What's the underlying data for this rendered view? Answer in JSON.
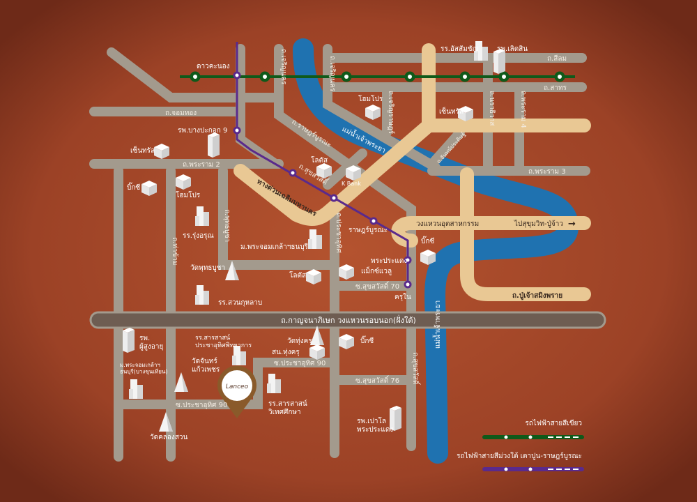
{
  "colors": {
    "background": "#a8492b",
    "road": "#a39a8d",
    "expressway": "#e9c894",
    "river": "#1f72b0",
    "green_line": "#0f5a1a",
    "purple_line": "#5a2a8c",
    "ring_road": "#6e5d52"
  },
  "roads": {
    "jomthong": "ถ.จอมทอง",
    "rama2": "ถ.พระราม 2",
    "charoennakhon": "ถ.เจริญนคร",
    "charoennakhon2": "ถ.เจริญนคร",
    "charoenrat": "ถ.เจริญราษฎร์",
    "ratburana": "ถ.ราษฎร์บูรณะ",
    "suksawat": "ถ.สุขสวัสดิ์",
    "silom": "ถ.สีลม",
    "sathorn": "ถ.สาทร",
    "narathiwat": "ถ.นราธิวาส",
    "rama4": "ถ.พระราม 4",
    "rama3": "ถ.พระราม 3",
    "chanpradit": "ถ.จันทน์ประดิษฐ์",
    "expressway": "ทางด่วนเฉลิมมหานคร",
    "industrial_ring": "วงแหวนอุตสาหกรรม",
    "to_sukhumvit": "ไปสุขุมวิท-ปู่จ้าว",
    "pu_chao": "ถ.ปู่เจ้าสมิงพราย",
    "puttabucha": "ถ.พุทธบูชา",
    "thakham": "ถ.ท่าข้าม",
    "pracha_uthit": "ถ.ประชาอุทิศ",
    "soi_suksawat70": "ซ.สุขสวัสดิ์ 70",
    "kanchanaphisek": "ถ.กาญจนาภิเษก วงแหวนรอบนอก(ฝั่งใต้)",
    "soi_pracha90a": "ซ.ประชาอุทิศ 90",
    "soi_pracha90b": "ซ.ประชาอุทิศ 90",
    "soi_suksawat76": "ซ.สุขสวัสดิ์ 76",
    "suksawat_v": "ถ.สุขสวัสดิ์",
    "river": "แม่น้ำเจ้าพระยา",
    "river2": "แม่น้ำเจ้าพระยา"
  },
  "stations": {
    "dao_khanong": "ดาวคะนอง",
    "ratburana": "ราษฎร์บูรณะ",
    "phra_pradaeng": "พระประแดง",
    "kru_nai": "ครุใน"
  },
  "places": {
    "assumption": "รร.อัสสัมชัญ",
    "lerdsin": "รพ.เลิดสิน",
    "homepro1": "โฮมโปร",
    "central1": "เซ็นทรัล",
    "bangpakok9": "รพ.บางปะกอก 9",
    "central2": "เซ็นทรัล",
    "lotus1": "โลตัส",
    "kbank": "K Bank",
    "bigc1": "บิ๊กซี",
    "homepro2": "โฮมโปร",
    "rungarun": "รร.รุ่งอรุณ",
    "kmutt": "ม.พระจอมเกล้าฯธนบุรี",
    "bigc2": "บิ๊กซี",
    "wat_puttabucha": "วัดพุทธบูชา",
    "lotus2": "โลตัส",
    "makro": "แม็กซ์แวลู",
    "suankularb": "รร.สวนกุหลาบ",
    "hosp_elderly": "รพ.\nผู้สูงอายุ",
    "kmutt_bkt": "ม.พระจอมเกล้าฯ\nธนบุรี(บางขุนเทียน)",
    "school_pracha": "รร.สารสาสน์\nประชาอุทิศพิทยาการ",
    "wat_thungkru": "วัดทุ่งครุ",
    "police": "สน.ทุ่งครุ",
    "bigc3": "บิ๊กซี",
    "wat_chan": "วัดจันทร์\nแก้วเพชร",
    "school_wiset": "รร.สารสาสน์\nวิเทศศึกษา",
    "wat_khlongsuan": "วัดคลองสวน",
    "paolo": "รพ.เปาโล\nพระประแดง"
  },
  "legend": {
    "green_line": "รถไฟฟ้าสายสีเขียว",
    "purple_line": "รถไฟฟ้าสายสีม่วงใต้ เตาปูน-ราษฎร์บูรณะ"
  },
  "project_logo": "Lanceo"
}
